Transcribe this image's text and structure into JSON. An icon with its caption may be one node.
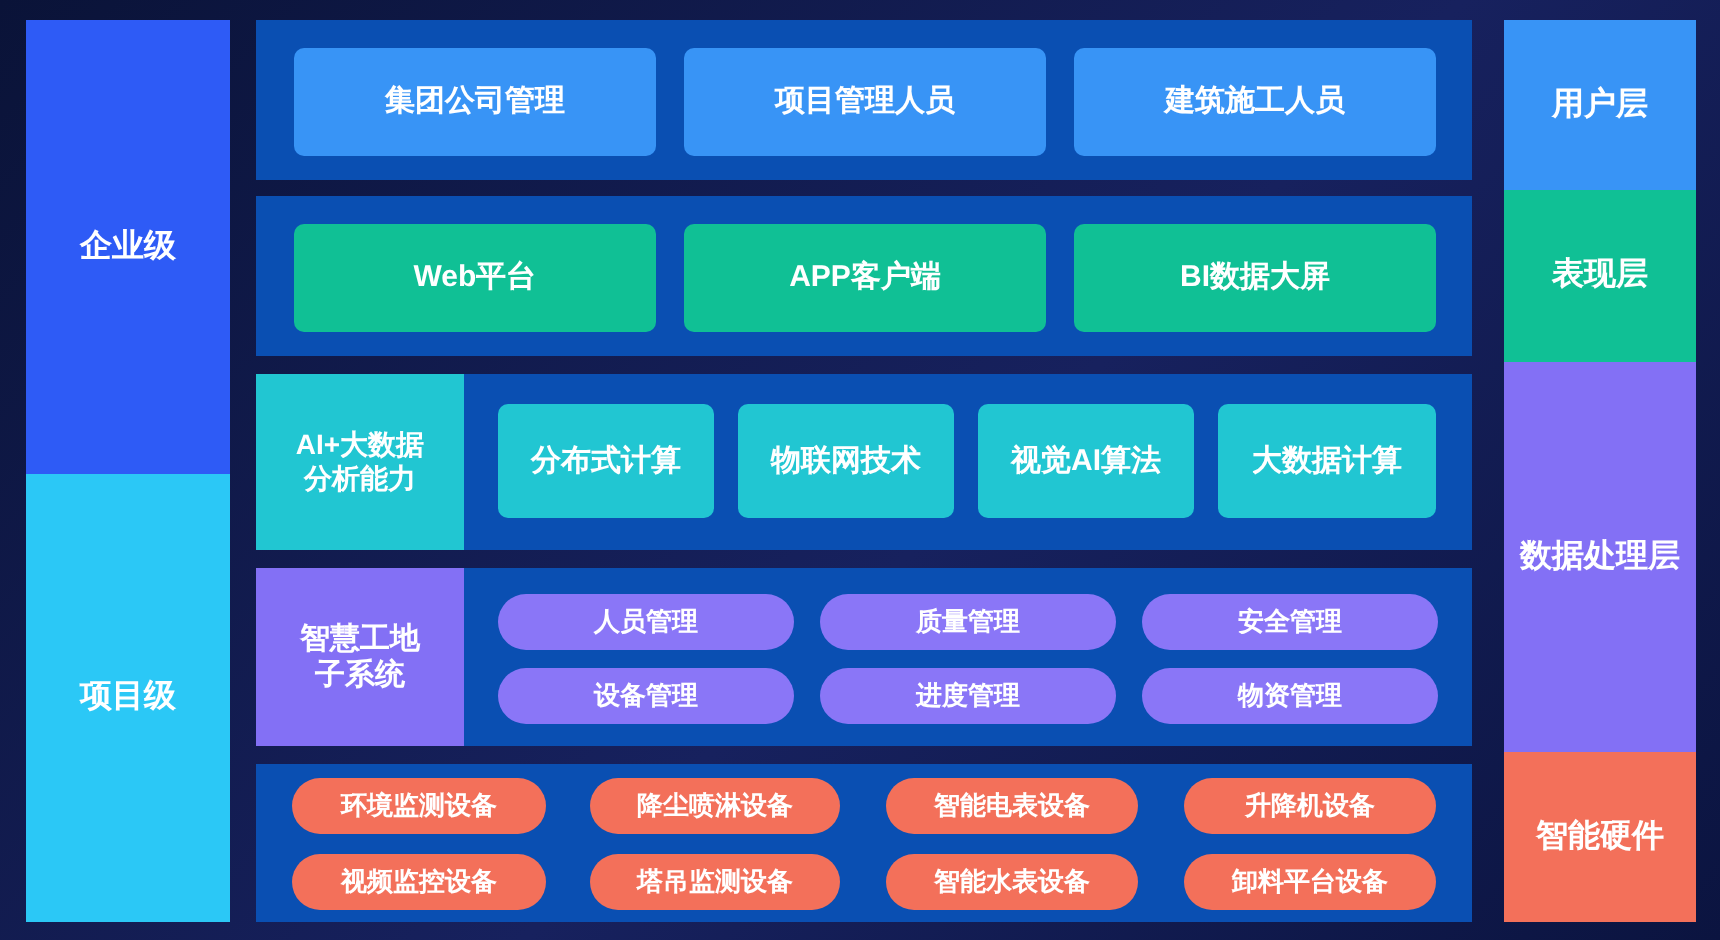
{
  "diagram": {
    "nodes": [
      {
        "text": [
          "企业级"
        ]
      },
      {
        "text": [
          "项目级"
        ]
      },
      {
        "text": [],
        "shape": "box"
      },
      {
        "text": [
          "集团公司管理"
        ],
        "in": 2
      },
      {
        "text": [
          "项目管理人员"
        ],
        "in": 2
      },
      {
        "text": [
          "建筑施工人员"
        ],
        "in": 2
      },
      {
        "text": [],
        "shape": "box"
      },
      {
        "text": [
          "Web平台"
        ],
        "in": 6
      },
      {
        "text": [
          "APP客户端"
        ],
        "in": 6
      },
      {
        "text": [
          "BI数据大屏"
        ],
        "in": 6
      },
      {
        "text": [],
        "shape": "box"
      },
      {
        "text": [
          "AI+大数据分析能力"
        ],
        "in": 10
      },
      {
        "text": [
          "分布式计算"
        ],
        "in": 10
      },
      {
        "text": [
          "物联网技术"
        ],
        "in": 10
      },
      {
        "text": [
          "视觉AI算法"
        ],
        "in": 10
      },
      {
        "text": [
          "大数据计算"
        ],
        "in": 10
      },
      {
        "text": [],
        "shape": "box"
      },
      {
        "text": [
          "智慧工地子系统"
        ],
        "in": 16
      },
      {
        "text": [
          "人员管理"
        ],
        "in": 16
      },
      {
        "text": [
          "质量管理"
        ],
        "in": 16
      },
      {
        "text": [
          "安全管理"
        ],
        "in": 16
      },
      {
        "text": [
          "设备管理"
        ],
        "in": 16
      },
      {
        "text": [
          "进度管理"
        ],
        "in": 16
      },
      {
        "text": [
          "物资管理"
        ],
        "in": 16
      },
      {
        "text": [],
        "shape": "box"
      },
      {
        "text": [
          "环境监测设备"
        ],
        "in": 24
      },
      {
        "text": [
          "降尘喷淋设备"
        ],
        "in": 24
      },
      {
        "text": [
          "智能电表设备"
        ],
        "in": 24
      },
      {
        "text": [
          "升降机设备"
        ],
        "in": 24
      },
      {
        "text": [
          "视频监控设备"
        ],
        "in": 24
      },
      {
        "text": [
          "塔吊监测设备"
        ],
        "in": 24
      },
      {
        "text": [
          "智能水表设备"
        ],
        "in": 24
      },
      {
        "text": [
          "卸料平台设备"
        ],
        "in": 24
      },
      {
        "text": [
          "用户层"
        ]
      },
      {
        "text": [
          "表现层"
        ]
      },
      {
        "text": [
          "数据处理层"
        ]
      },
      {
        "text": [
          "智能硬件"
        ]
      }
    ]
  }
}
